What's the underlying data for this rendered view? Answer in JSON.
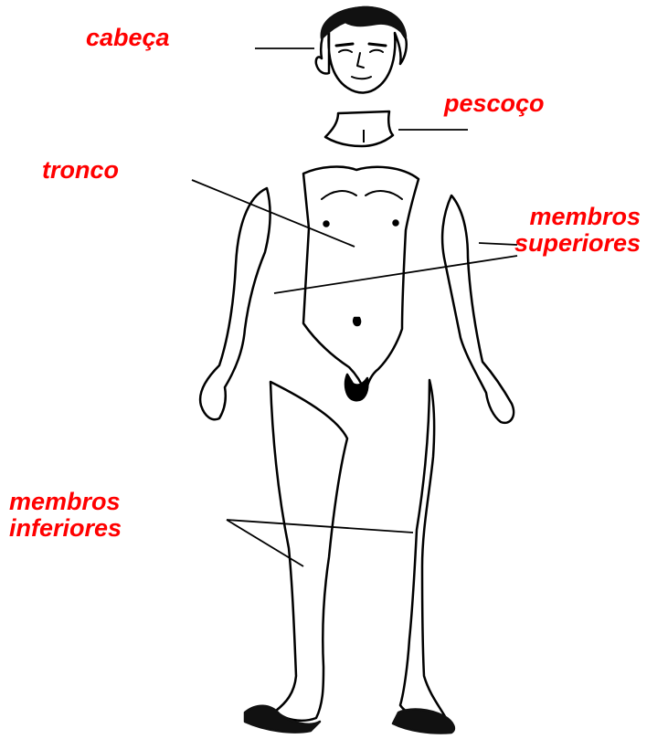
{
  "diagram": {
    "label_color": "#ff0000",
    "line_color": "#000000",
    "labels": {
      "head": "cabeça",
      "neck": "pescoço",
      "trunk": "tronco",
      "upper_limbs": {
        "line1": "membros",
        "line2": "superiores"
      },
      "lower_limbs": {
        "line1": "membros",
        "line2": "inferiores"
      }
    }
  }
}
